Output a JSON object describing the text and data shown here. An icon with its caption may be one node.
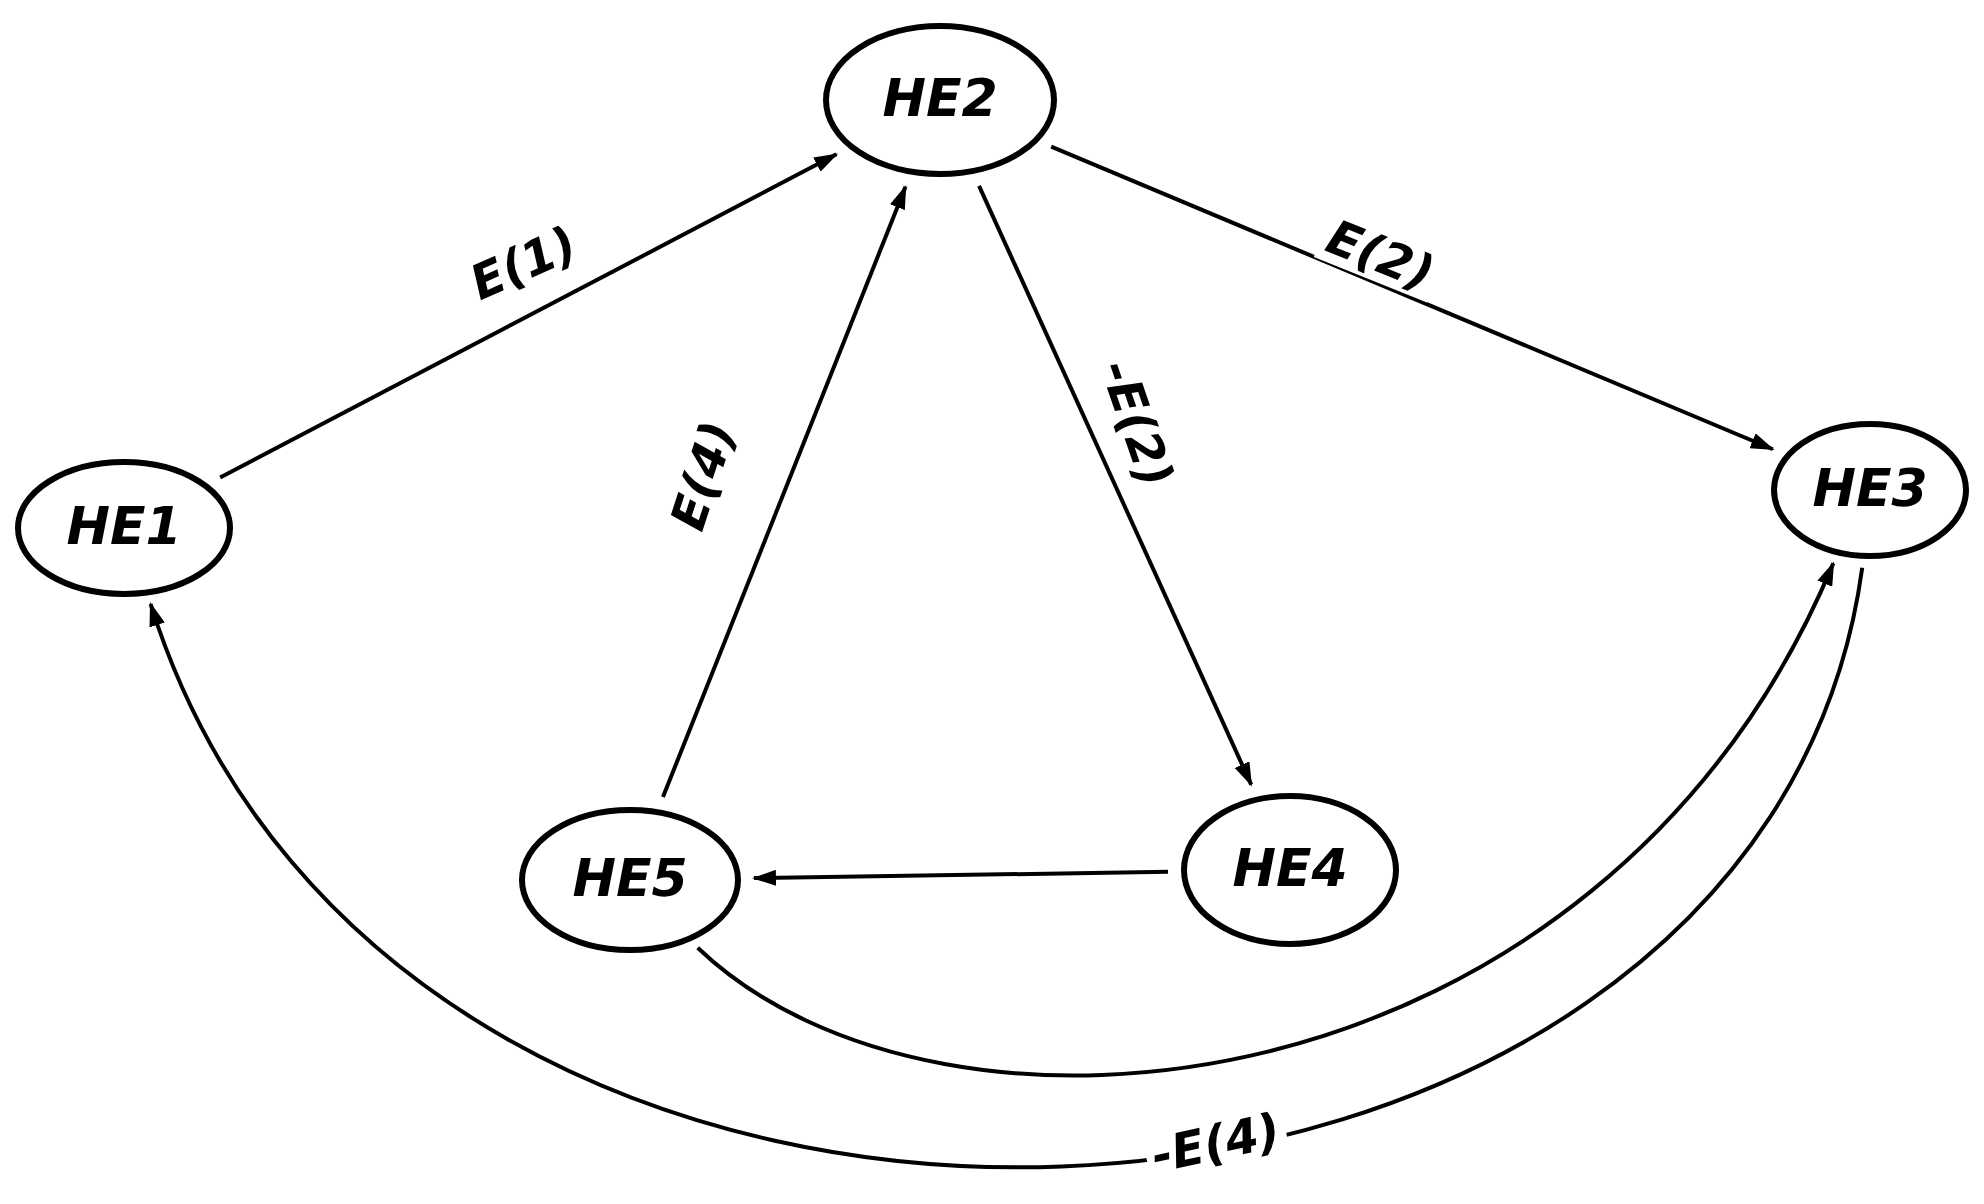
{
  "diagram": {
    "nodes": [
      {
        "text": [
          "HE1"
        ]
      },
      {
        "text": [
          "HE2"
        ]
      },
      {
        "text": [
          "HE3"
        ]
      },
      {
        "text": [
          "HE4"
        ]
      },
      {
        "text": [
          "HE5"
        ]
      }
    ],
    "edges": [
      {
        "from": 0,
        "to": 1,
        "arrow": "to",
        "label": "E(1)"
      },
      {
        "from": 1,
        "to": 2,
        "arrow": "to",
        "label": "E(2)"
      },
      {
        "from": 1,
        "to": 3,
        "arrow": "to",
        "label": "-E(2)"
      },
      {
        "from": 3,
        "to": 4,
        "arrow": "to"
      },
      {
        "from": 4,
        "to": 1,
        "arrow": "to",
        "label": "E(4)"
      },
      {
        "from": 4,
        "to": 2,
        "arrow": "to"
      },
      {
        "from": 2,
        "to": 0,
        "arrow": "to",
        "label": "-E(4)"
      }
    ]
  }
}
